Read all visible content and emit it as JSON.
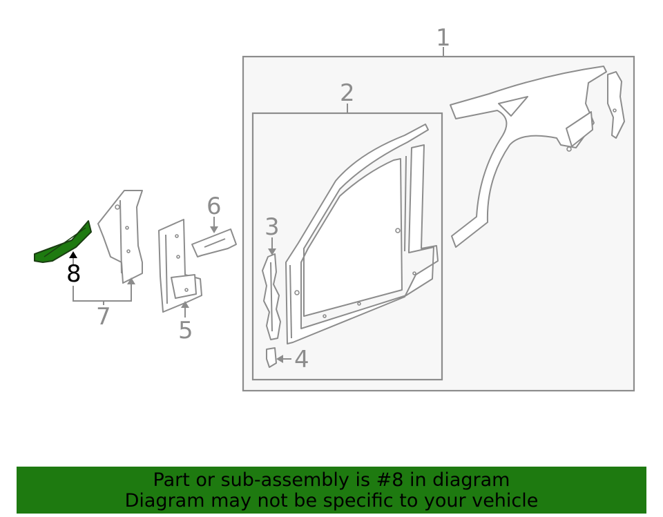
{
  "callouts": {
    "c1": "1",
    "c2": "2",
    "c3": "3",
    "c4": "4",
    "c5": "5",
    "c6": "6",
    "c7": "7",
    "c8": "8"
  },
  "highlight_color": "#1e7a10",
  "banner": {
    "line1": "Part or sub-assembly is #8 in diagram",
    "line2": "Diagram may not be specific to your vehicle"
  }
}
